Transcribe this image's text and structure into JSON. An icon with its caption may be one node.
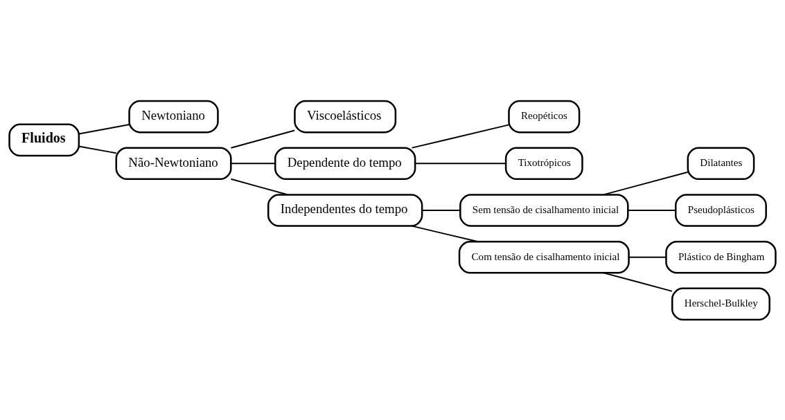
{
  "diagram": {
    "nodes": [
      {
        "text": [
          "Fluidos"
        ]
      },
      {
        "text": [
          "Newtoniano"
        ]
      },
      {
        "text": [
          "Não-Newtoniano"
        ]
      },
      {
        "text": [
          "Viscoelásticos"
        ]
      },
      {
        "text": [
          "Dependente do tempo"
        ]
      },
      {
        "text": [
          "Reopéticos"
        ]
      },
      {
        "text": [
          "Tixotrópicos"
        ]
      },
      {
        "text": [
          "Independentes do tempo"
        ]
      },
      {
        "text": [
          "Sem tensão de cisalhamento inicial"
        ]
      },
      {
        "text": [
          "Dilatantes"
        ]
      },
      {
        "text": [
          "Pseudoplásticos"
        ]
      },
      {
        "text": [
          "Com tensão de cisalhamento inicial"
        ]
      },
      {
        "text": [
          "Plástico de Bingham"
        ]
      },
      {
        "text": [
          "Herschel-Bulkley"
        ]
      }
    ],
    "edges": [
      {
        "from": 0,
        "to": 1,
        "arrow": "none"
      },
      {
        "from": 0,
        "to": 2,
        "arrow": "none"
      },
      {
        "from": 2,
        "to": 3,
        "arrow": "none"
      },
      {
        "from": 2,
        "to": 4,
        "arrow": "none"
      },
      {
        "from": 2,
        "to": 7,
        "arrow": "none"
      },
      {
        "from": 4,
        "to": 5,
        "arrow": "none"
      },
      {
        "from": 4,
        "to": 6,
        "arrow": "none"
      },
      {
        "from": 7,
        "to": 8,
        "arrow": "none"
      },
      {
        "from": 7,
        "to": 11,
        "arrow": "none"
      },
      {
        "from": 8,
        "to": 9,
        "arrow": "none"
      },
      {
        "from": 8,
        "to": 10,
        "arrow": "none"
      },
      {
        "from": 11,
        "to": 12,
        "arrow": "none"
      },
      {
        "from": 11,
        "to": 13,
        "arrow": "none"
      }
    ]
  }
}
